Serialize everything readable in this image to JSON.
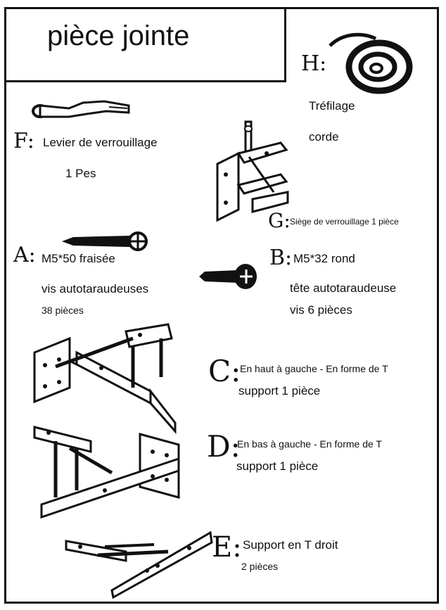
{
  "title": "pièce jointe",
  "parts": {
    "H": {
      "letter": "H:",
      "line1": "Tréfilage",
      "line2": "corde"
    },
    "F": {
      "letter": "F:",
      "line1": "Levier de verrouillage",
      "line2": "1 Pes"
    },
    "G": {
      "letter": "G:",
      "line1": "Siège de verrouillage 1 pièce"
    },
    "A": {
      "letter": "A:",
      "line1": "M5*50 fraisée",
      "line2": "vis autotaraudeuses",
      "line3": "38 pièces"
    },
    "B": {
      "letter": "B:",
      "line1": "M5*32 rond",
      "line2": "tête autotaraudeuse",
      "line3": "vis 6 pièces"
    },
    "C": {
      "letter": "C:",
      "line1": "En haut à gauche - En forme de T",
      "line2": "support 1 pièce"
    },
    "D": {
      "letter": "D:",
      "line1": "En bas à gauche - En forme de T",
      "line2": "support 1 pièce"
    },
    "E": {
      "letter": "E:",
      "line1": "Support en T droit",
      "line2": "2 pièces"
    }
  }
}
